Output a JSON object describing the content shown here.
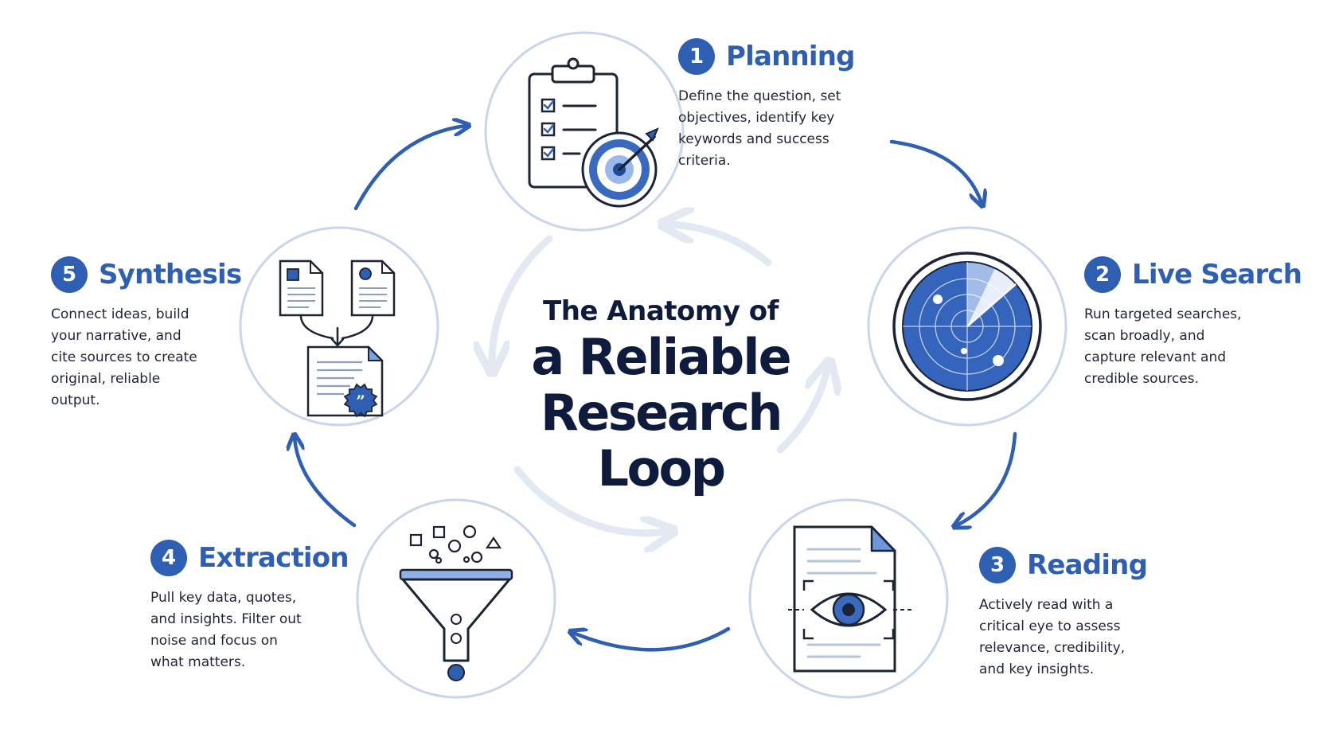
{
  "title": {
    "line1": "The Anatomy of",
    "line2": "a Reliable",
    "line3": "Research Loop"
  },
  "steps": [
    {
      "number": "1",
      "title": "Planning",
      "icon": "clipboard-target-icon",
      "description": "Define the question, set\nobjectives, identify key\nkeywords and success\ncriteria."
    },
    {
      "number": "2",
      "title": "Live Search",
      "icon": "radar-icon",
      "description": "Run targeted searches,\nscan broadly, and\ncapture relevant and\ncredible sources."
    },
    {
      "number": "3",
      "title": "Reading",
      "icon": "document-eye-icon",
      "description": "Actively read with a\ncritical eye to assess\nrelevance, credibility,\nand key insights."
    },
    {
      "number": "4",
      "title": "Extraction",
      "icon": "funnel-icon",
      "description": "Pull key data, quotes,\nand insights. Filter out\nnoise and focus on\nwhat matters."
    },
    {
      "number": "5",
      "title": "Synthesis",
      "icon": "documents-merge-icon",
      "description": "Connect ideas, build\nyour narrative, and\ncite sources to create\noriginal, reliable\noutput."
    }
  ],
  "colors": {
    "accent": "#2f5fb3",
    "accent_light": "#9ab8ea",
    "title": "#0f1b3d",
    "ring": "#c9d6ea",
    "text": "#1f2535"
  }
}
